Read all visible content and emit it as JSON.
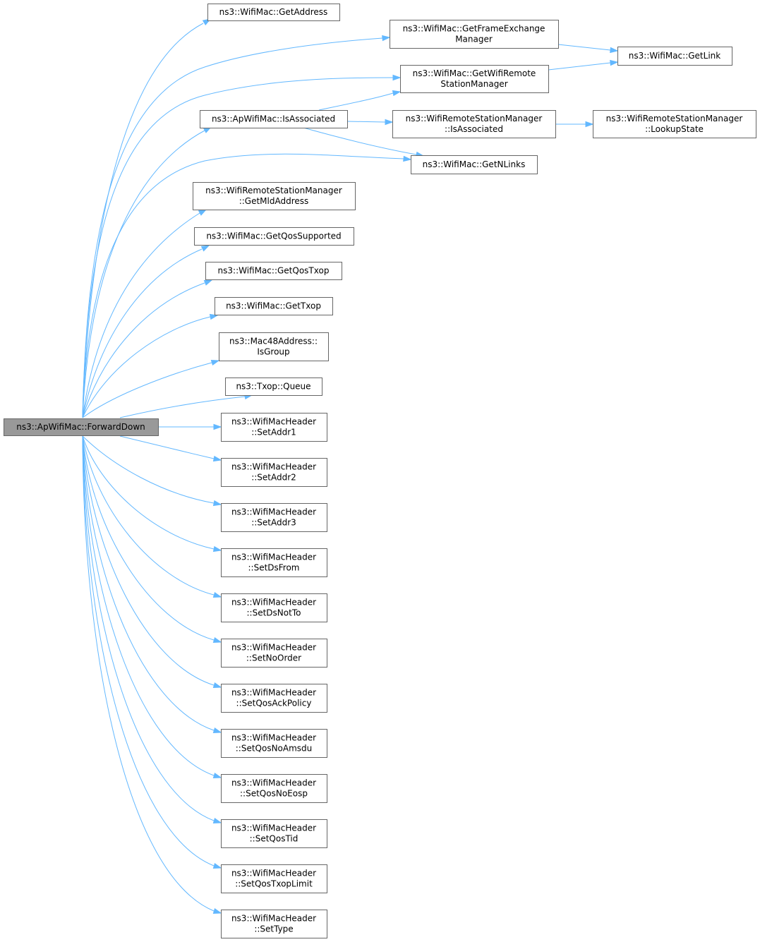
{
  "colors": {
    "edge": "#63b8ff",
    "node_border": "#666666",
    "root_fill": "#999999",
    "node_fill": "#ffffff"
  },
  "nodes": [
    {
      "id": "forwarddown",
      "lines": [
        "ns3::ApWifiMac::ForwardDown"
      ],
      "root": true
    },
    {
      "id": "getaddress",
      "lines": [
        "ns3::WifiMac::GetAddress"
      ]
    },
    {
      "id": "getframeexchange",
      "lines": [
        "ns3::WifiMac::GetFrameExchange",
        "Manager"
      ]
    },
    {
      "id": "getlink",
      "lines": [
        "ns3::WifiMac::GetLink"
      ]
    },
    {
      "id": "getwifiremote",
      "lines": [
        "ns3::WifiMac::GetWifiRemote",
        "StationManager"
      ]
    },
    {
      "id": "isassociated",
      "lines": [
        "ns3::ApWifiMac::IsAssociated"
      ]
    },
    {
      "id": "wrsm-isassociated",
      "lines": [
        "ns3::WifiRemoteStationManager",
        "::IsAssociated"
      ]
    },
    {
      "id": "lookupstate",
      "lines": [
        "ns3::WifiRemoteStationManager",
        "::LookupState"
      ]
    },
    {
      "id": "getnlinks",
      "lines": [
        "ns3::WifiMac::GetNLinks"
      ]
    },
    {
      "id": "getmldaddress",
      "lines": [
        "ns3::WifiRemoteStationManager",
        "::GetMldAddress"
      ]
    },
    {
      "id": "getqossupported",
      "lines": [
        "ns3::WifiMac::GetQosSupported"
      ]
    },
    {
      "id": "getqostxop",
      "lines": [
        "ns3::WifiMac::GetQosTxop"
      ]
    },
    {
      "id": "gettxop",
      "lines": [
        "ns3::WifiMac::GetTxop"
      ]
    },
    {
      "id": "isgroup",
      "lines": [
        "ns3::Mac48Address::",
        "IsGroup"
      ]
    },
    {
      "id": "queue",
      "lines": [
        "ns3::Txop::Queue"
      ]
    },
    {
      "id": "setaddr1",
      "lines": [
        "ns3::WifiMacHeader",
        "::SetAddr1"
      ]
    },
    {
      "id": "setaddr2",
      "lines": [
        "ns3::WifiMacHeader",
        "::SetAddr2"
      ]
    },
    {
      "id": "setaddr3",
      "lines": [
        "ns3::WifiMacHeader",
        "::SetAddr3"
      ]
    },
    {
      "id": "setdsfrom",
      "lines": [
        "ns3::WifiMacHeader",
        "::SetDsFrom"
      ]
    },
    {
      "id": "setdsnotto",
      "lines": [
        "ns3::WifiMacHeader",
        "::SetDsNotTo"
      ]
    },
    {
      "id": "setnoorder",
      "lines": [
        "ns3::WifiMacHeader",
        "::SetNoOrder"
      ]
    },
    {
      "id": "setqosackpolicy",
      "lines": [
        "ns3::WifiMacHeader",
        "::SetQosAckPolicy"
      ]
    },
    {
      "id": "setqosnoamsdu",
      "lines": [
        "ns3::WifiMacHeader",
        "::SetQosNoAmsdu"
      ]
    },
    {
      "id": "setqosnoeosp",
      "lines": [
        "ns3::WifiMacHeader",
        "::SetQosNoEosp"
      ]
    },
    {
      "id": "setqostid",
      "lines": [
        "ns3::WifiMacHeader",
        "::SetQosTid"
      ]
    },
    {
      "id": "setqostxoplimit",
      "lines": [
        "ns3::WifiMacHeader",
        "::SetQosTxopLimit"
      ]
    },
    {
      "id": "settype",
      "lines": [
        "ns3::WifiMacHeader",
        "::SetType"
      ]
    }
  ],
  "edges": [
    {
      "from": "forwarddown",
      "to": "getaddress"
    },
    {
      "from": "forwarddown",
      "to": "getframeexchange"
    },
    {
      "from": "forwarddown",
      "to": "getwifiremote"
    },
    {
      "from": "forwarddown",
      "to": "isassociated"
    },
    {
      "from": "forwarddown",
      "to": "getnlinks"
    },
    {
      "from": "forwarddown",
      "to": "getmldaddress"
    },
    {
      "from": "forwarddown",
      "to": "getqossupported"
    },
    {
      "from": "forwarddown",
      "to": "getqostxop"
    },
    {
      "from": "forwarddown",
      "to": "gettxop"
    },
    {
      "from": "forwarddown",
      "to": "isgroup"
    },
    {
      "from": "forwarddown",
      "to": "queue"
    },
    {
      "from": "forwarddown",
      "to": "setaddr1"
    },
    {
      "from": "forwarddown",
      "to": "setaddr2"
    },
    {
      "from": "forwarddown",
      "to": "setaddr3"
    },
    {
      "from": "forwarddown",
      "to": "setdsfrom"
    },
    {
      "from": "forwarddown",
      "to": "setdsnotto"
    },
    {
      "from": "forwarddown",
      "to": "setnoorder"
    },
    {
      "from": "forwarddown",
      "to": "setqosackpolicy"
    },
    {
      "from": "forwarddown",
      "to": "setqosnoamsdu"
    },
    {
      "from": "forwarddown",
      "to": "setqosnoeosp"
    },
    {
      "from": "forwarddown",
      "to": "setqostid"
    },
    {
      "from": "forwarddown",
      "to": "setqostxoplimit"
    },
    {
      "from": "forwarddown",
      "to": "settype"
    },
    {
      "from": "getframeexchange",
      "to": "getlink"
    },
    {
      "from": "getwifiremote",
      "to": "getlink"
    },
    {
      "from": "isassociated",
      "to": "getwifiremote"
    },
    {
      "from": "isassociated",
      "to": "wrsm-isassociated"
    },
    {
      "from": "isassociated",
      "to": "getnlinks"
    },
    {
      "from": "wrsm-isassociated",
      "to": "lookupstate"
    }
  ]
}
